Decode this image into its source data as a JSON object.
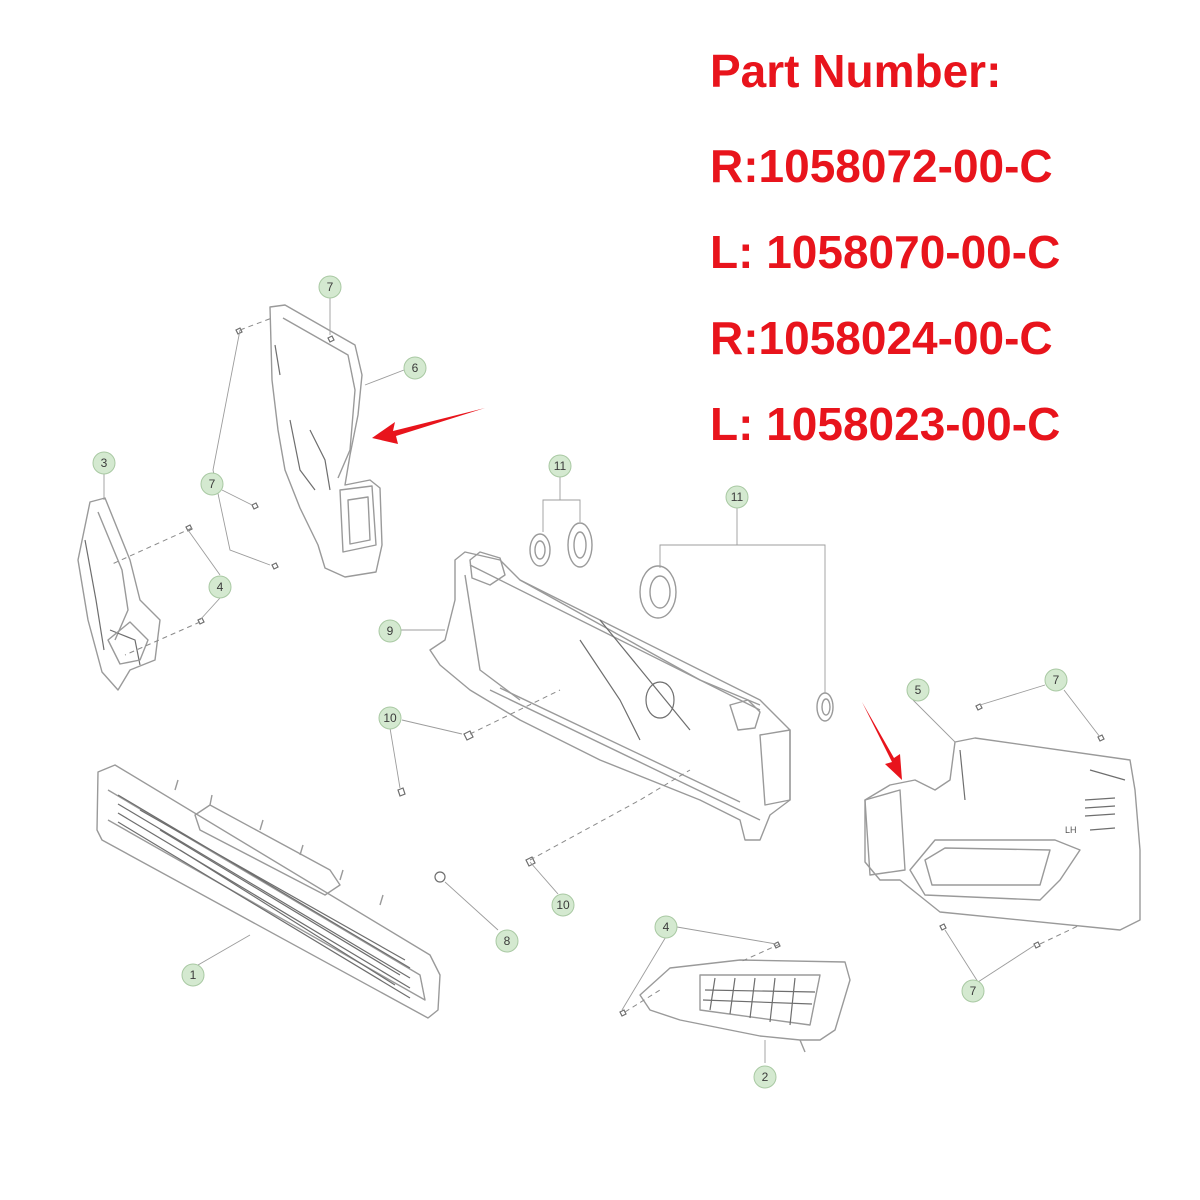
{
  "part_number": {
    "heading": "Part Number:",
    "lines": [
      "R:1058072-00-C",
      "L: 1058070-00-C",
      "R:1058024-00-C",
      "L: 1058023-00-C"
    ],
    "color": "#e8141c"
  },
  "callouts": [
    "1",
    "2",
    "3",
    "4",
    "4",
    "5",
    "6",
    "7",
    "7",
    "7",
    "7",
    "8",
    "9",
    "10",
    "10",
    "11",
    "11"
  ],
  "lh_label": "LH",
  "colors": {
    "callout_fill": "#d4e9d0",
    "line_art": "#9a9a9a",
    "arrow": "#e8141c"
  }
}
